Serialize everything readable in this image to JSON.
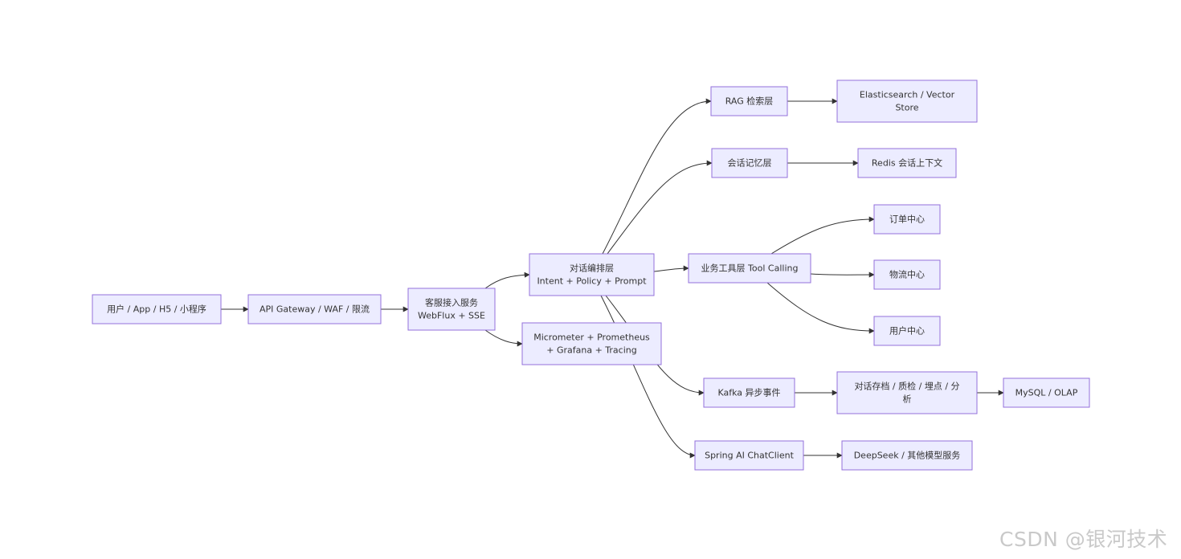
{
  "diagram": {
    "type": "flowchart",
    "colors": {
      "node_fill": "#ececff",
      "node_stroke": "#9370db",
      "edge": "#333333",
      "text": "#333333",
      "watermark": "#c9c9c9"
    },
    "nodes": {
      "user": [
        "用户 / App / H5 / 小程序"
      ],
      "gateway": [
        "API Gateway / WAF / 限流"
      ],
      "access": [
        "客服接入服务",
        "WebFlux + SSE"
      ],
      "orchestrator": [
        "对话编排层",
        "Intent + Policy + Prompt"
      ],
      "metrics": [
        "Micrometer + Prometheus",
        "+ Grafana + Tracing"
      ],
      "rag": [
        "RAG 检索层"
      ],
      "es": [
        "Elasticsearch / Vector",
        "Store"
      ],
      "memory": [
        "会话记忆层"
      ],
      "redis": [
        "Redis 会话上下文"
      ],
      "tools": [
        "业务工具层 Tool Calling"
      ],
      "order": [
        "订单中心"
      ],
      "logistics": [
        "物流中心"
      ],
      "usercenter": [
        "用户中心"
      ],
      "kafka": [
        "Kafka 异步事件"
      ],
      "archive": [
        "对话存档 / 质检 / 埋点 / 分",
        "析"
      ],
      "mysql": [
        "MySQL / OLAP"
      ],
      "spring": [
        "Spring AI ChatClient"
      ],
      "llm": [
        "DeepSeek / 其他模型服务"
      ]
    },
    "edges": [
      [
        "user",
        "gateway"
      ],
      [
        "gateway",
        "access"
      ],
      [
        "access",
        "orchestrator"
      ],
      [
        "access",
        "metrics"
      ],
      [
        "orchestrator",
        "rag"
      ],
      [
        "orchestrator",
        "memory"
      ],
      [
        "orchestrator",
        "tools"
      ],
      [
        "orchestrator",
        "kafka"
      ],
      [
        "orchestrator",
        "spring"
      ],
      [
        "rag",
        "es"
      ],
      [
        "memory",
        "redis"
      ],
      [
        "tools",
        "order"
      ],
      [
        "tools",
        "logistics"
      ],
      [
        "tools",
        "usercenter"
      ],
      [
        "kafka",
        "archive"
      ],
      [
        "archive",
        "mysql"
      ],
      [
        "spring",
        "llm"
      ]
    ]
  },
  "watermark": "CSDN @银河技术"
}
